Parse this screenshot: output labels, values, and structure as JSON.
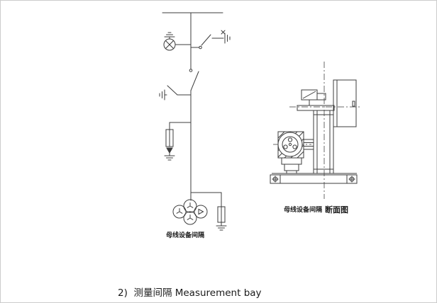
{
  "figure": {
    "caption": "2)  测量间隔 Measurement bay"
  },
  "schematic": {
    "bay_label": "母线设备间隔"
  },
  "section": {
    "bay_label": "母线设备间隔",
    "view_label": "断面图"
  },
  "colors": {
    "line": "#3d3d3d",
    "centerline": "#6a6a6a",
    "text": "#1a1a1a",
    "background": "#ffffff",
    "border": "#cccccc"
  }
}
